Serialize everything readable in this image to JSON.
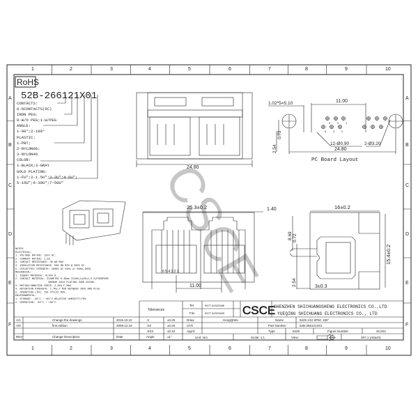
{
  "frame": {
    "columns": [
      "1",
      "2",
      "3",
      "4",
      "5",
      "6",
      "7",
      "8",
      "9",
      "10"
    ],
    "rows": [
      "A",
      "B",
      "C",
      "D",
      "E",
      "F"
    ]
  },
  "rohs": "RoHS",
  "part_code": {
    "code": "52B-266121X01",
    "lines": [
      "CONTACTS:",
      "6-6CONTACTS(6C)",
      "IRON PEG:",
      "0-W/O PEG;1-W/PEG",
      "ANGLE:",
      "1-90°;2-180°",
      "PLASTIC:",
      "1-PBT;",
      "2-NYLON66;",
      "3-NYLON46",
      "COLOR:",
      "1-BLACK;3-GRAY",
      "GOLD PLATING:",
      "1-FU\";2-1.5U\";3-3U\";4-6U\";",
      "5-15U\";6-30U\";7-50U\""
    ]
  },
  "notes": [
    "NOTES:",
    "ELECTRICAL:",
    "1. VOLTAGE RATING: 125V AC.",
    "2. CURRENT RATING: 1.5A.",
    "3. CONTACT RESISTANCE: 30 mΩ MAX.",
    "4. INSULATION RESISTANCE: 500 MΩ MIN @ 500V DC.",
    "5. DIELECTRIC STRENGTH: 1000V AC 50Hz or 60Hz,1MIN.",
    "MECHANICAL:",
    "1. INSERT MATERIAL: UL94V-0.",
    "2. CONTACT MATERIAL: DIAMETER 0.46mm C5100(Cu2Sn4-0.3)PHOSPHOR",
    "                      BRONZE GOLD PLATING OVER NICKEL.",
    "3. MATING/UNMATING FORCE: 2.2KG.F MAX.",
    "4. RETENTION STRENGTH: 7.7KG.F MIN BETWEEN JACK AND PLUG.",
    "5. OPERATING LIFE: 750 CYCLES MIN.",
    "ENVIRONMENTAL:",
    "1. STORAGE: -40°C ~ +85°C RELATIVE HUMIDITY<70%",
    "2. OPERATION: -40°C ~ +85°C."
  ],
  "dimensions": {
    "front_width": "24.80",
    "pcb_pitch": "1.02*5=5.10",
    "pcb_span": "11.00",
    "pcb_width": "24.80",
    "pcb_row_offset": "0.72",
    "pcb_peg_offset": "2.54",
    "pcb_holes": "12-Ø0.90",
    "pcb_pegs": "2-Ø3.20",
    "pcb_title": "PC Board Layout",
    "pin_numbers_a": [
      "5",
      "3",
      "1"
    ],
    "pin_numbers_b": [
      "6",
      "4",
      "2"
    ],
    "face_width": "25.3±0.2",
    "face_side": "1.40",
    "face_span": "11.00",
    "face_pins": "6 5 4 3 2 1",
    "side_depth": "16±0.2",
    "side_height": "15.4±0.2",
    "side_pin_height": "8.69",
    "side_pin_thick": "0.72",
    "side_pin_offset": "2.54",
    "side_pin_len": "3±0.3"
  },
  "watermark": "CSCE",
  "title_block": {
    "revisions": [
      {
        "rev": "A/1",
        "description": "Change the drawings",
        "date": "2016.10.10"
      },
      {
        "rev": "A/0",
        "description": "first edition",
        "date": "2009.12.19"
      }
    ],
    "rev_header": {
      "rev": "REV",
      "description": "Change Description",
      "date": "Date"
    },
    "tolerances_label": "Tolerances",
    "tolerances": [
      {
        "key": ".X",
        "value": "±0.25"
      },
      {
        "key": ".XX",
        "value": "±0.20"
      },
      {
        "key": ".XXX",
        "value": "±0.10"
      },
      {
        "key": "Angle",
        "value": "±1°"
      }
    ],
    "tel_label": "Tel",
    "tel": "0577-61523486",
    "fax_label": "Fax",
    "fax": "0577-61523483",
    "logo": "CSCE",
    "company_1": "SHENZHEN SHICHUANGSHENG ELECTRONICS CO.,LTD",
    "company_2": "YUEQING SHICHUANG ELECTRONICS CO., LTD",
    "draw_label": "Draw",
    "draw_by": "HongQiWu",
    "check_label": "Ch'k",
    "approve_label": "App'd",
    "name_label": "Name",
    "name": "5225 1X2 6P6C 180°",
    "part_number_label": "Part Number",
    "part_number": "52B-266121X01",
    "type_label": "Type",
    "type": "5225",
    "figure_number_label": "Figure Number",
    "figure_number": "SC222",
    "unit": "Unit: mm",
    "scale": "Scale: 1:1",
    "view": "View:",
    "sheet": "Sh't 1 (Attach)"
  }
}
